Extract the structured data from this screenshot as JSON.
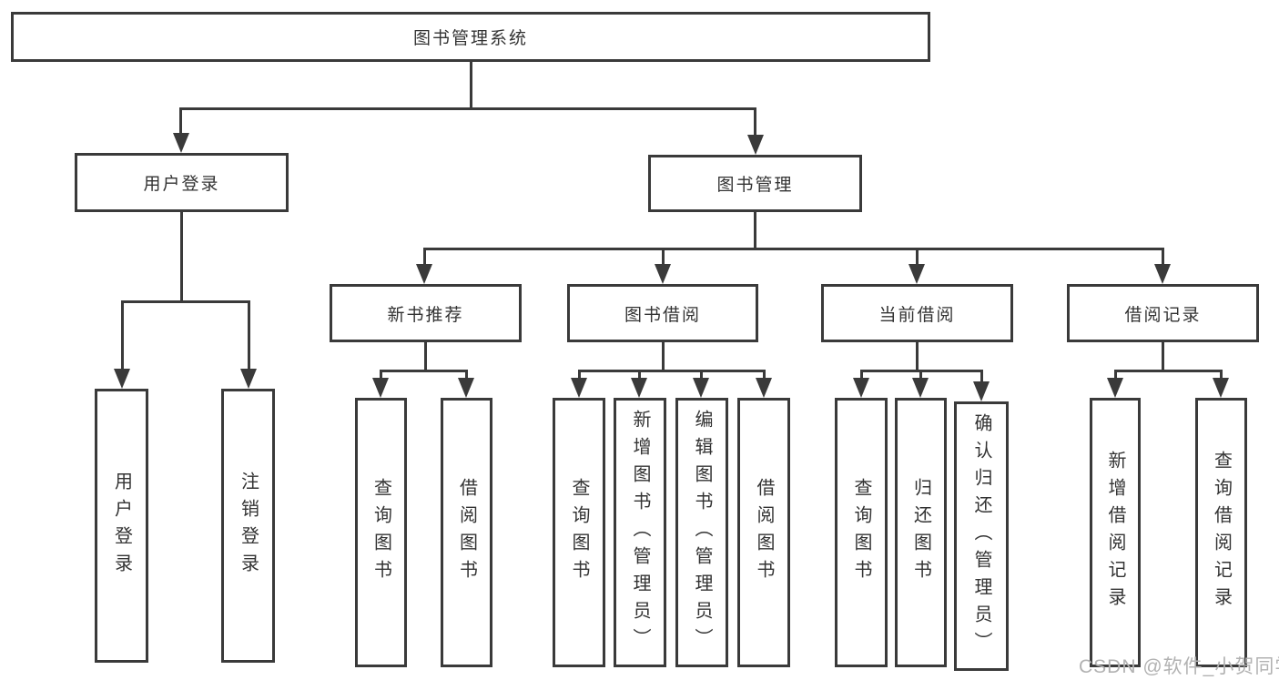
{
  "diagram": {
    "root": {
      "label": "图书管理系统"
    },
    "level2": [
      {
        "label": "用户登录"
      },
      {
        "label": "图书管理"
      }
    ],
    "level3": [
      {
        "label": "新书推荐"
      },
      {
        "label": "图书借阅"
      },
      {
        "label": "当前借阅"
      },
      {
        "label": "借阅记录"
      }
    ],
    "leaves": {
      "user_login": [
        {
          "label": "用户登录"
        },
        {
          "label": "注销登录"
        }
      ],
      "new_book": [
        {
          "label": "查询图书"
        },
        {
          "label": "借阅图书"
        }
      ],
      "book_borrow": [
        {
          "label": "查询图书"
        },
        {
          "label": "新增图书（管理员）"
        },
        {
          "label": "编辑图书（管理员）"
        },
        {
          "label": "借阅图书"
        }
      ],
      "current_borrow": [
        {
          "label": "查询图书"
        },
        {
          "label": "归还图书"
        },
        {
          "label": "确认归还（管理员）"
        }
      ],
      "borrow_record": [
        {
          "label": "新增借阅记录"
        },
        {
          "label": "查询借阅记录"
        }
      ]
    }
  },
  "watermark": {
    "text": "CSDN @软件_小贺同学"
  },
  "colors": {
    "line": "#3a3a3a",
    "text": "#333333",
    "background": "#ffffff",
    "watermark": "#b2b2b2"
  }
}
